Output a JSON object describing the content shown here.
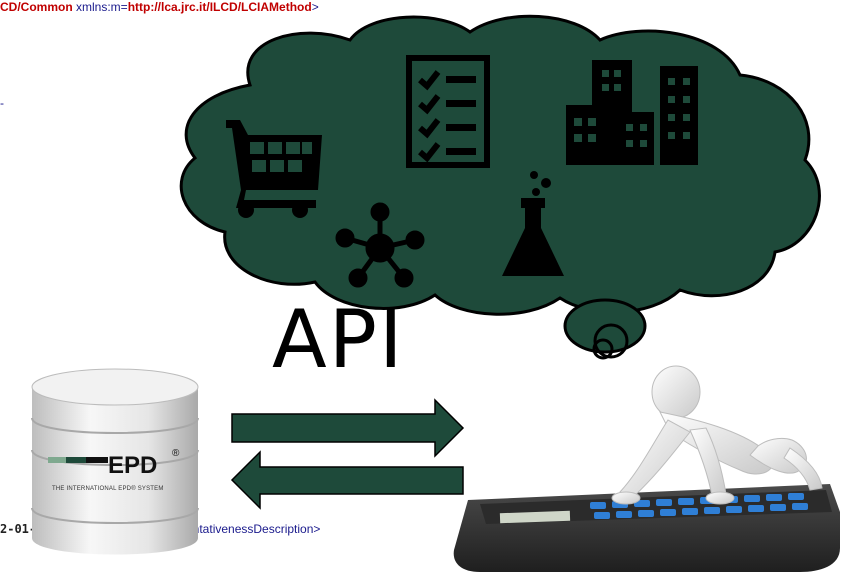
{
  "xml_text": {
    "top_value_1": "CD/Common",
    "top_attr": " xmlns:m=",
    "top_value_2": "http://lca.jrc.it/ILCD/LCIAMethod",
    "top_close": ">",
    "mid_fragment": "-",
    "bottom_left": "2-01-",
    "bottom_right": "entativenessDescription>"
  },
  "diagram": {
    "center_label": "API",
    "database": {
      "brand": "EPD",
      "trademark": "®",
      "subtitle": "THE INTERNATIONAL EPD® SYSTEM"
    },
    "cloud_icons": [
      "shopping-cart-icon",
      "checklist-icon",
      "buildings-icon",
      "network-hub-icon",
      "flask-icon"
    ],
    "arrows": [
      "right",
      "left"
    ],
    "figure": "person-on-calculator"
  },
  "colors": {
    "cloud": "#1e4a3a",
    "arrow": "#1e4a3a",
    "icon": "#000000"
  }
}
